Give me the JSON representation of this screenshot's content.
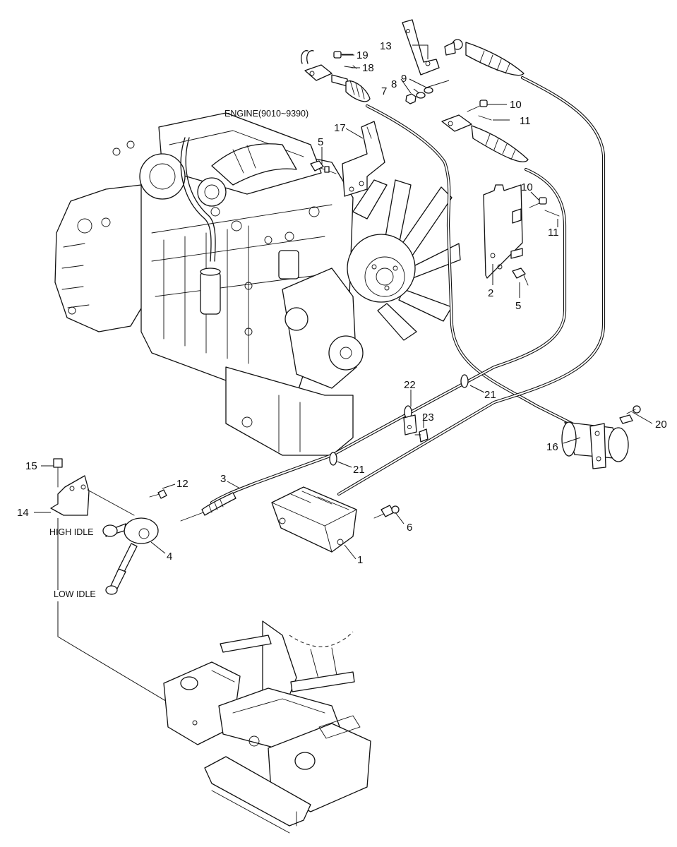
{
  "labels": {
    "engine": "ENGINE(9010~9390)",
    "high_idle": "HIGH IDLE",
    "low_idle": "LOW IDLE"
  },
  "parts": {
    "p1": "1",
    "p2": "2",
    "p3": "3",
    "p4": "4",
    "p5a": "5",
    "p5b": "5",
    "p6": "6",
    "p7": "7",
    "p8": "8",
    "p9": "9",
    "p10a": "10",
    "p10b": "10",
    "p11a": "11",
    "p11b": "11",
    "p12": "12",
    "p13": "13",
    "p14": "14",
    "p15": "15",
    "p16": "16",
    "p17": "17",
    "p18": "18",
    "p19": "19",
    "p20": "20",
    "p21a": "21",
    "p21b": "21",
    "p22": "22",
    "p23": "23"
  }
}
